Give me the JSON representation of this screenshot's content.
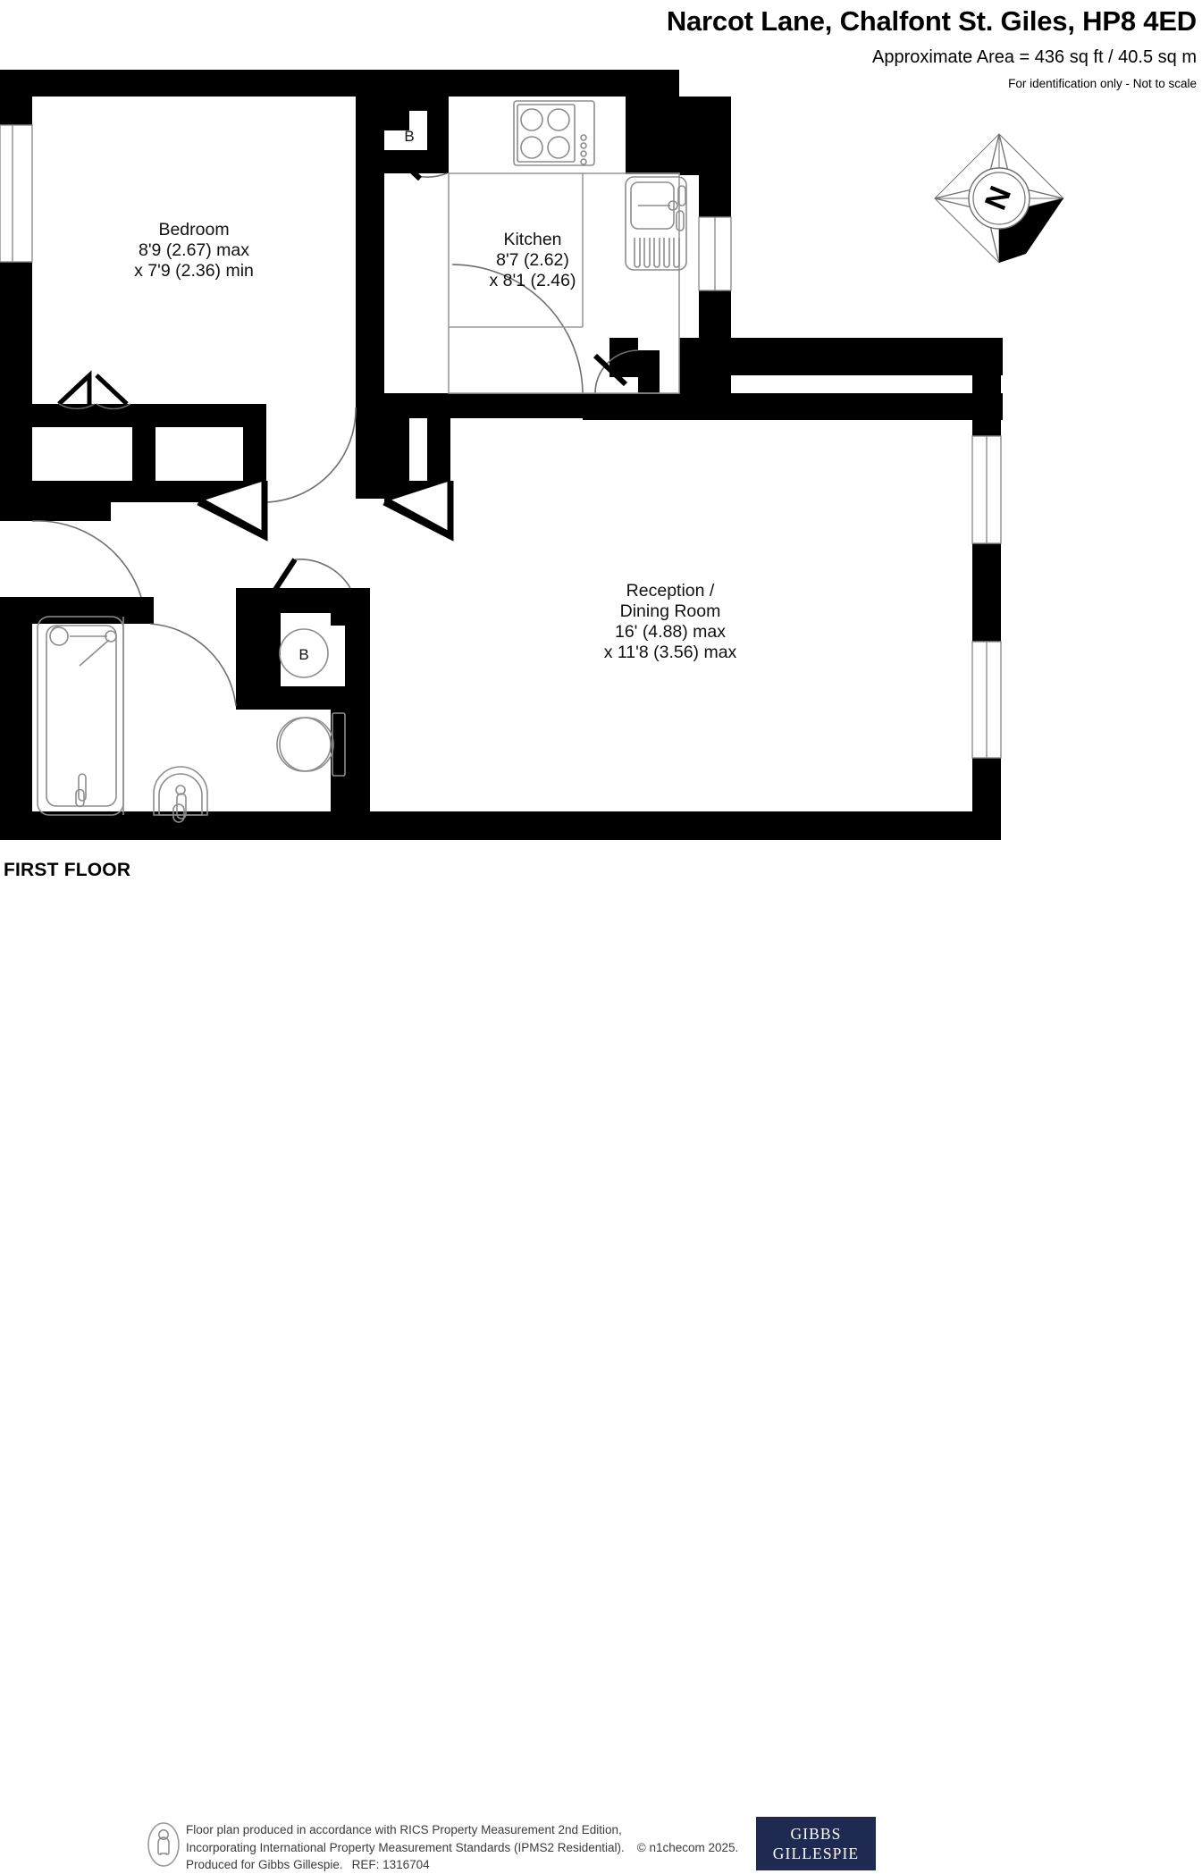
{
  "header": {
    "title": "Narcot Lane, Chalfont St. Giles, HP8 4ED",
    "area": "Approximate Area = 436 sq ft / 40.5 sq m",
    "disclaimer": "For identification only - Not to scale"
  },
  "floor_label": "FIRST FLOOR",
  "compass": {
    "label": "N",
    "name": "north-arrow"
  },
  "rooms": [
    {
      "id": "bedroom",
      "name": "Bedroom",
      "lines": [
        "Bedroom",
        "8'9 (2.67) max",
        "x 7'9 (2.36) min"
      ]
    },
    {
      "id": "kitchen",
      "name": "Kitchen",
      "lines": [
        "Kitchen",
        "8'7 (2.62)",
        "x 8'1 (2.46)"
      ]
    },
    {
      "id": "reception-dining",
      "name": "Reception / Dining Room",
      "lines": [
        "Reception /",
        "Dining Room",
        "16' (4.88) max",
        "x 11'8 (3.56) max"
      ]
    }
  ],
  "cupboards": [
    {
      "id": "cupboard-kitchen",
      "label": "B"
    },
    {
      "id": "cupboard-hall",
      "label": "B"
    }
  ],
  "fixtures": [
    {
      "id": "hob",
      "label": "hob-icon"
    },
    {
      "id": "sink",
      "label": "sink-icon"
    },
    {
      "id": "bath",
      "label": "bath-icon"
    },
    {
      "id": "wc",
      "label": "toilet-icon"
    },
    {
      "id": "basin",
      "label": "washbasin-icon"
    }
  ],
  "footer": {
    "line1": "Floor plan produced in accordance with RICS Property Measurement 2nd Edition,",
    "line2": "Incorporating International Property Measurement Standards (IPMS2 Residential).",
    "copyright": "© n1checom 2025.",
    "line3": "Produced for Gibbs Gillespie.",
    "ref": "REF:  1316704",
    "brand_line1": "GIBBS",
    "brand_line2": "GILLESPIE"
  },
  "colors": {
    "wall": "#000000",
    "background": "#ffffff",
    "fixture_stroke": "#9a9a9a",
    "brand_navy": "#1e2a52",
    "footer_text": "#3b3b3b"
  }
}
